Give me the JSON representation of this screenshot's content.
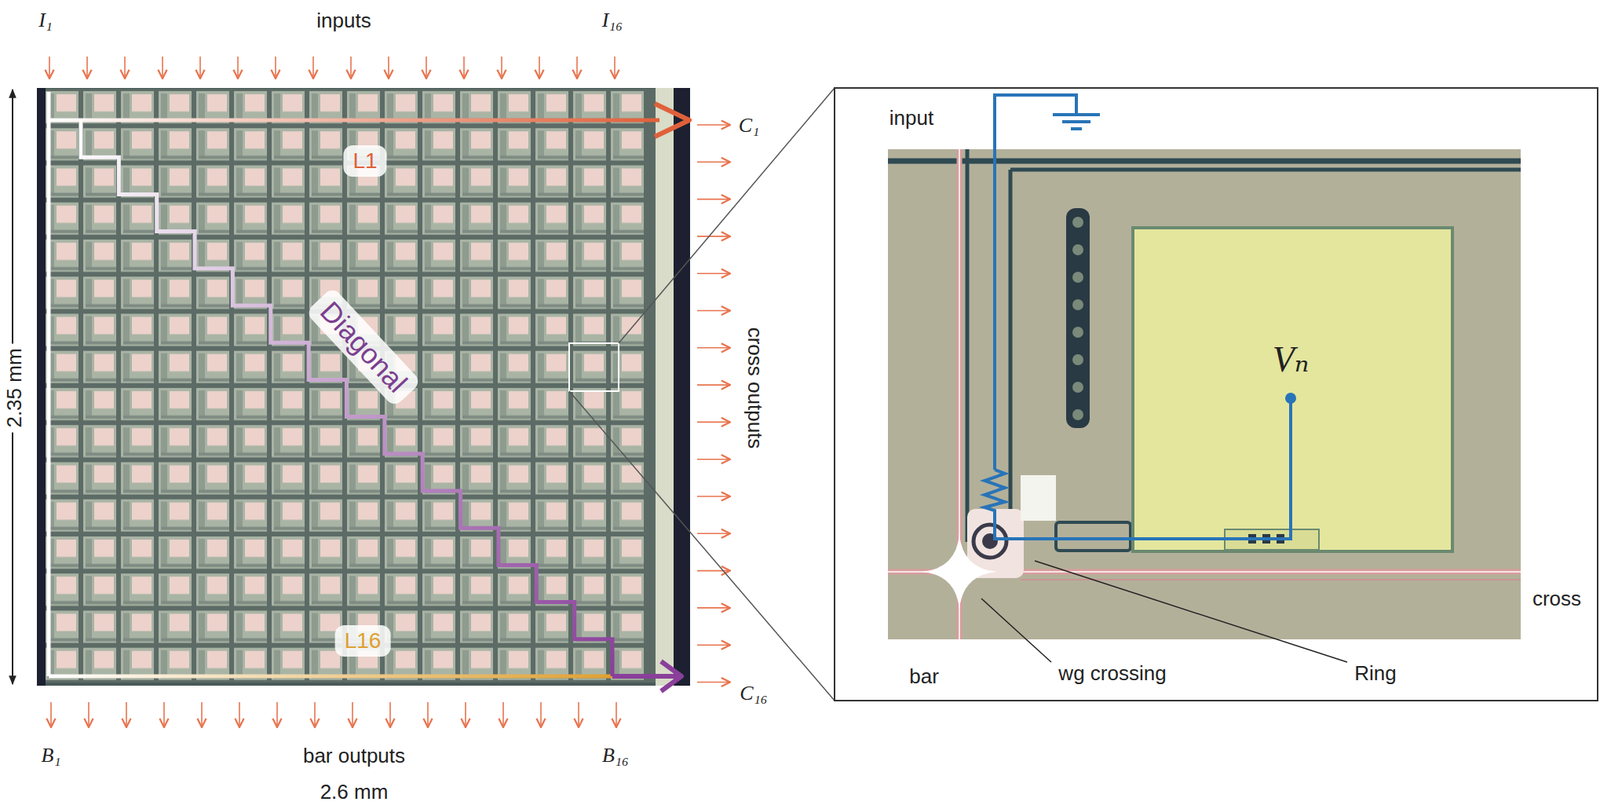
{
  "diagram": {
    "nodes": [
      {
        "text": [
          "L1"
        ]
      },
      {
        "text": [
          "Diagonal"
        ]
      },
      {
        "text": [
          "L16"
        ]
      }
    ],
    "labels": [
      "I₁",
      "inputs",
      "I₁₆",
      "C₁",
      "C₁₆",
      "cross outputs",
      "B₁",
      "bar outputs",
      "B₁₆",
      "2.6 mm",
      "2.35 mm",
      "input",
      "Vₙ",
      "cross",
      "bar",
      "wg crossing",
      "Ring"
    ]
  }
}
